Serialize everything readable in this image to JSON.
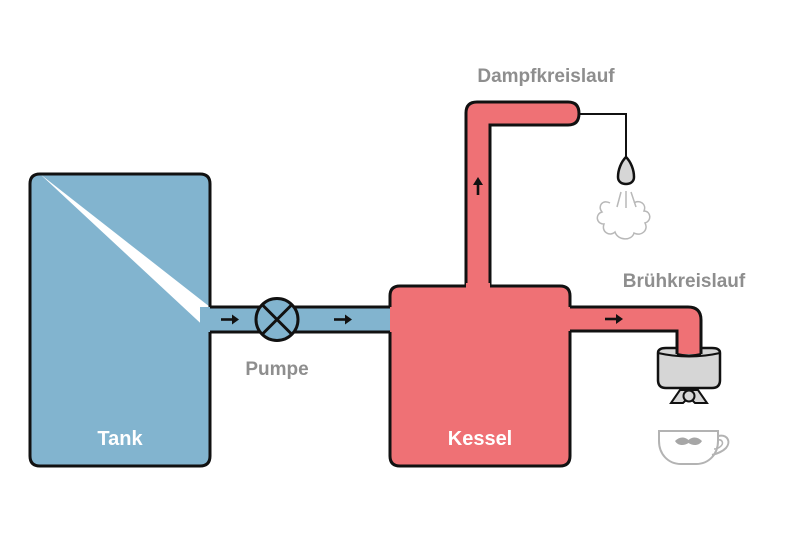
{
  "diagram": {
    "title": "Espresso machine water flow",
    "colors": {
      "cold_water": "#82b4cf",
      "hot_water": "#ef7175",
      "outline": "#111111",
      "label_gray": "#8e8e8e",
      "accessory_gray": "#d6d6d6",
      "icon_gray": "#a6a6a6"
    },
    "nodes": {
      "tank": {
        "label": "Tank"
      },
      "pump": {
        "label": "Pumpe"
      },
      "boiler": {
        "label": "Kessel"
      },
      "steam_circuit": {
        "label": "Dampfkreislauf"
      },
      "brew_circuit": {
        "label": "Brühkreislauf"
      }
    },
    "flow_arrows": [
      {
        "segment": "tank-to-pump",
        "direction": "right"
      },
      {
        "segment": "pump-to-boiler",
        "direction": "right"
      },
      {
        "segment": "boiler-to-steam",
        "direction": "up"
      },
      {
        "segment": "boiler-to-brew",
        "direction": "right"
      }
    ],
    "icons": {
      "pump": "pump-valve-icon",
      "steam_wand": "steam-wand-icon",
      "steam": "steam-cloud-icon",
      "brew_group": "brew-group-icon",
      "cup": "coffee-cup-icon"
    }
  }
}
